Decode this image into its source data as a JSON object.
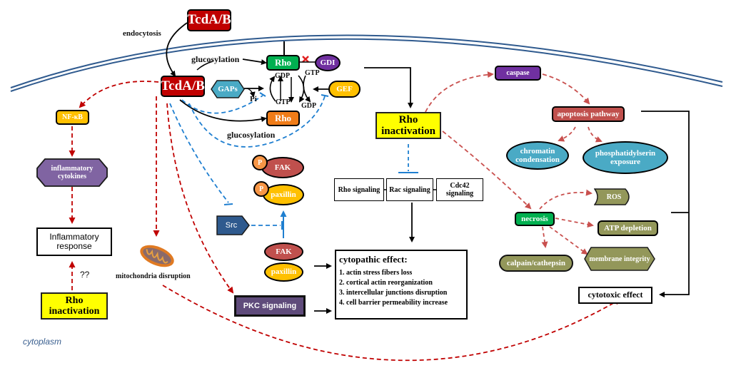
{
  "diagram": {
    "title": "TcdA/B cellular effects pathway",
    "compartment_label": "cytoplasm",
    "extracellular": {
      "toxin": "TcdA/B",
      "entry_label": "endocytosis"
    },
    "rho_cycle": {
      "toxin": "TcdA/B",
      "glucosylation_top": "glucosylation",
      "glucosylation_bottom": "glucosylation",
      "rho_gdp": "Rho",
      "rho_gtp": "Rho",
      "gdi": "GDI",
      "gaps": "GAPs",
      "gef": "GEF",
      "pi": "Pi",
      "gdp_left": "GDP",
      "gtp_left": "GTP",
      "gtp_right": "GTP",
      "gdp_right": "GDP"
    },
    "inflammation": {
      "nfkb": "NF-κB",
      "cytokines": "inflammatory cytokines",
      "response": "Inflammatory response",
      "unknown_link": "??",
      "rho_inactivation": "Rho inactivation"
    },
    "mitochondria": {
      "label": "mitochondria disruption"
    },
    "focal_adhesion": {
      "phospho": "P",
      "fak_p": "FAK",
      "paxillin_p": "paxillin",
      "src": "Src",
      "fak": "FAK",
      "paxillin": "paxillin",
      "pkc": "PKC signaling"
    },
    "central": {
      "rho_inactivation": "Rho inactivation",
      "signaling": [
        "Rho signaling",
        "Rac signaling",
        "Cdc42 signaling"
      ],
      "cytopathic": {
        "title": "cytopathic effect:",
        "items": [
          "1. actin stress fibers loss",
          "2. cortical actin reorganization",
          "3. intercellular junctions disruption",
          "4. cell barrier permeability increase"
        ]
      }
    },
    "apoptosis": {
      "caspase": "caspase",
      "pathway": "apoptosis pathway",
      "chromatin": "chromatin condensation",
      "phosphatidylserine": "phosphatidylserin exposure"
    },
    "necrosis": {
      "label": "necrosis",
      "ros": "ROS",
      "atp": "ATP depletion",
      "membrane": "membrane integrity",
      "calpain": "calpain/cathepsin"
    },
    "cytotoxic": "cytotoxic effect"
  },
  "colors": {
    "membrane": "#2f5a8e",
    "toxin": "#c00000",
    "rho_gdp": "#00b050",
    "rho_gtp": "#f07c18",
    "gdi": "#7030a0",
    "gaps": "#4aaac5",
    "gef": "#ffc000",
    "inhibition_dash": "#1f7fd0",
    "red_dash": "#c00000",
    "salmon_dash": "#c9504e",
    "yellow": "#ffff00",
    "cytokines": "#8064a2",
    "pkc": "#5f4b7b",
    "src": "#2f5a8e",
    "fak": "#c0504d",
    "paxillin": "#ffc000",
    "phospho": "#f79646",
    "caspase": "#7030a0",
    "apoptosis": "#c0504d",
    "cyan": "#4aaac5",
    "necrosis": "#00b050",
    "olive": "#93975a"
  }
}
